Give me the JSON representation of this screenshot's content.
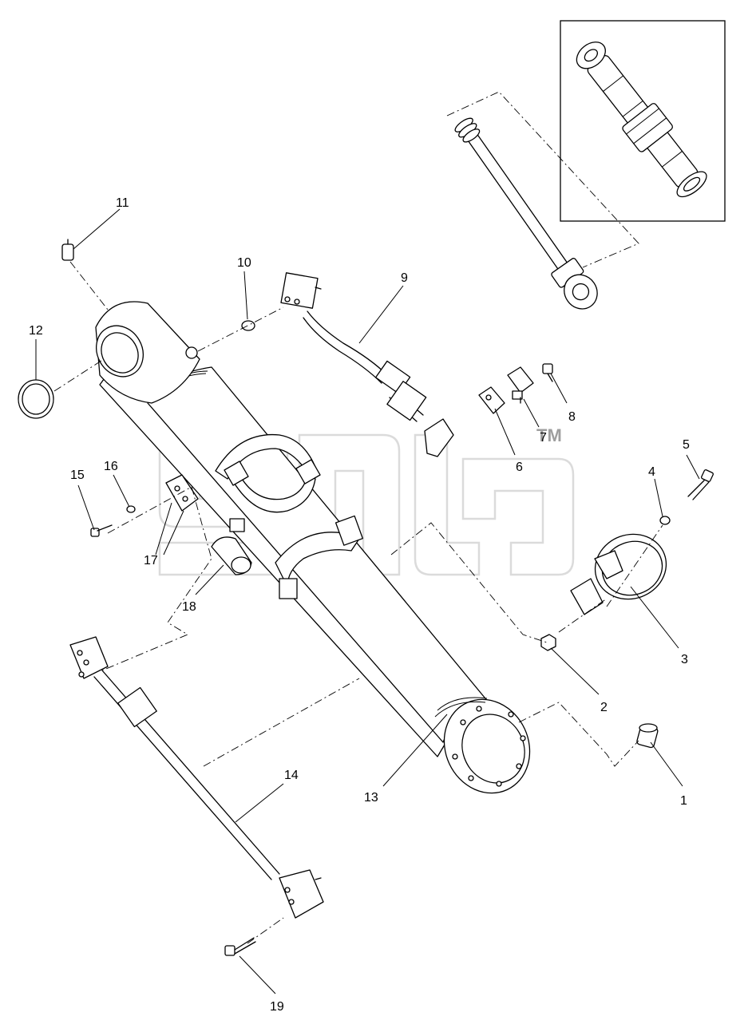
{
  "diagram": {
    "watermark_tm": "TM",
    "callouts": [
      {
        "id": "c1",
        "label": "1"
      },
      {
        "id": "c2",
        "label": "2"
      },
      {
        "id": "c3",
        "label": "3"
      },
      {
        "id": "c4",
        "label": "4"
      },
      {
        "id": "c5",
        "label": "5"
      },
      {
        "id": "c6",
        "label": "6"
      },
      {
        "id": "c7",
        "label": "7"
      },
      {
        "id": "c8",
        "label": "8"
      },
      {
        "id": "c9",
        "label": "9"
      },
      {
        "id": "c10",
        "label": "10"
      },
      {
        "id": "c11",
        "label": "11"
      },
      {
        "id": "c12",
        "label": "12"
      },
      {
        "id": "c13",
        "label": "13"
      },
      {
        "id": "c14",
        "label": "14"
      },
      {
        "id": "c15",
        "label": "15"
      },
      {
        "id": "c16",
        "label": "16"
      },
      {
        "id": "c17",
        "label": "17"
      },
      {
        "id": "c18",
        "label": "18"
      },
      {
        "id": "c19",
        "label": "19"
      }
    ]
  }
}
